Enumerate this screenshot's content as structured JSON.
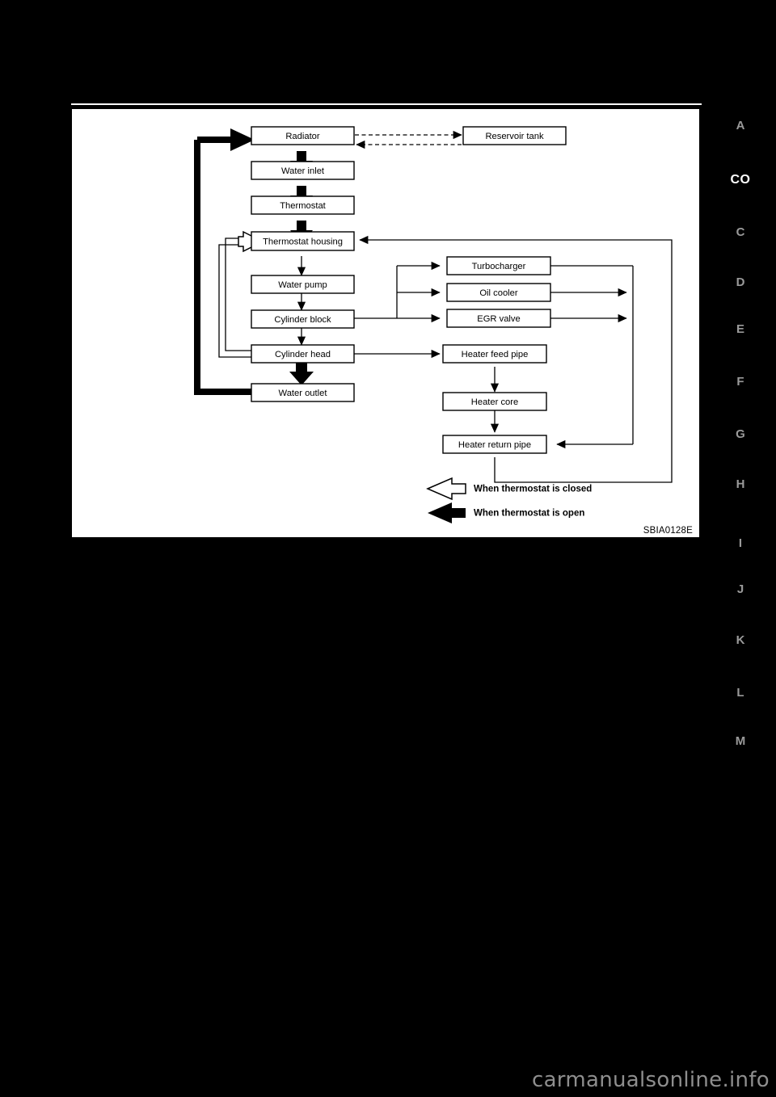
{
  "page": {
    "background_color": "#000000",
    "watermark": "carmanualsonline.info"
  },
  "index_rail": {
    "items": [
      {
        "label": "A",
        "current": false
      },
      {
        "label": "CO",
        "current": true
      },
      {
        "label": "C",
        "current": false
      },
      {
        "label": "D",
        "current": false
      },
      {
        "label": "E",
        "current": false
      },
      {
        "label": "F",
        "current": false
      },
      {
        "label": "G",
        "current": false
      },
      {
        "label": "H",
        "current": false
      },
      {
        "label": "I",
        "current": false
      },
      {
        "label": "J",
        "current": false
      },
      {
        "label": "K",
        "current": false
      },
      {
        "label": "L",
        "current": false
      },
      {
        "label": "M",
        "current": false
      }
    ]
  },
  "figure": {
    "id_code": "SBIA0128E",
    "boxes": {
      "radiator": "Radiator",
      "reservoir_tank": "Reservoir tank",
      "water_inlet": "Water inlet",
      "thermostat": "Thermostat",
      "thermostat_housing": "Thermostat housing",
      "water_pump": "Water pump",
      "cylinder_block": "Cylinder block",
      "cylinder_head": "Cylinder head",
      "water_outlet": "Water outlet",
      "turbocharger": "Turbocharger",
      "oil_cooler": "Oil cooler",
      "egr_valve": "EGR valve",
      "heater_feed_pipe": "Heater feed pipe",
      "heater_core": "Heater core",
      "heater_return_pipe": "Heater return pipe"
    },
    "legend": {
      "closed": "When thermostat is closed",
      "open": "When thermostat is open"
    }
  }
}
